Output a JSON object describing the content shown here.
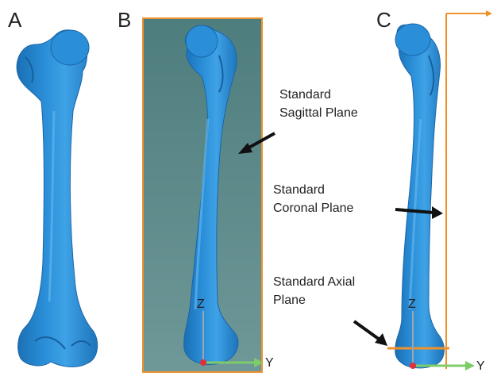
{
  "panels": [
    {
      "letter": "A"
    },
    {
      "letter": "B"
    },
    {
      "letter": "C"
    }
  ],
  "labels": {
    "sagittal": [
      "Standard",
      "Sagittal Plane"
    ],
    "coronal": [
      "Standard",
      "Coronal Plane"
    ],
    "axial": [
      "Standard Axial",
      "Plane"
    ]
  },
  "axes": {
    "b": {
      "z": "Z",
      "y": "Y"
    },
    "c": {
      "z": "Z",
      "y": "Y"
    }
  },
  "colors": {
    "bone": "#2a8fd8",
    "bone_shadow": "#1b6fb4",
    "bone_highlight": "#5fb4ee",
    "plane_fill": "#5f8c8c",
    "plane_border": "#f0922c",
    "arrow": "#111111",
    "y_axis": "#7ecb6a",
    "z_axis": "#a0a4ac",
    "origin": "#e0303a"
  }
}
